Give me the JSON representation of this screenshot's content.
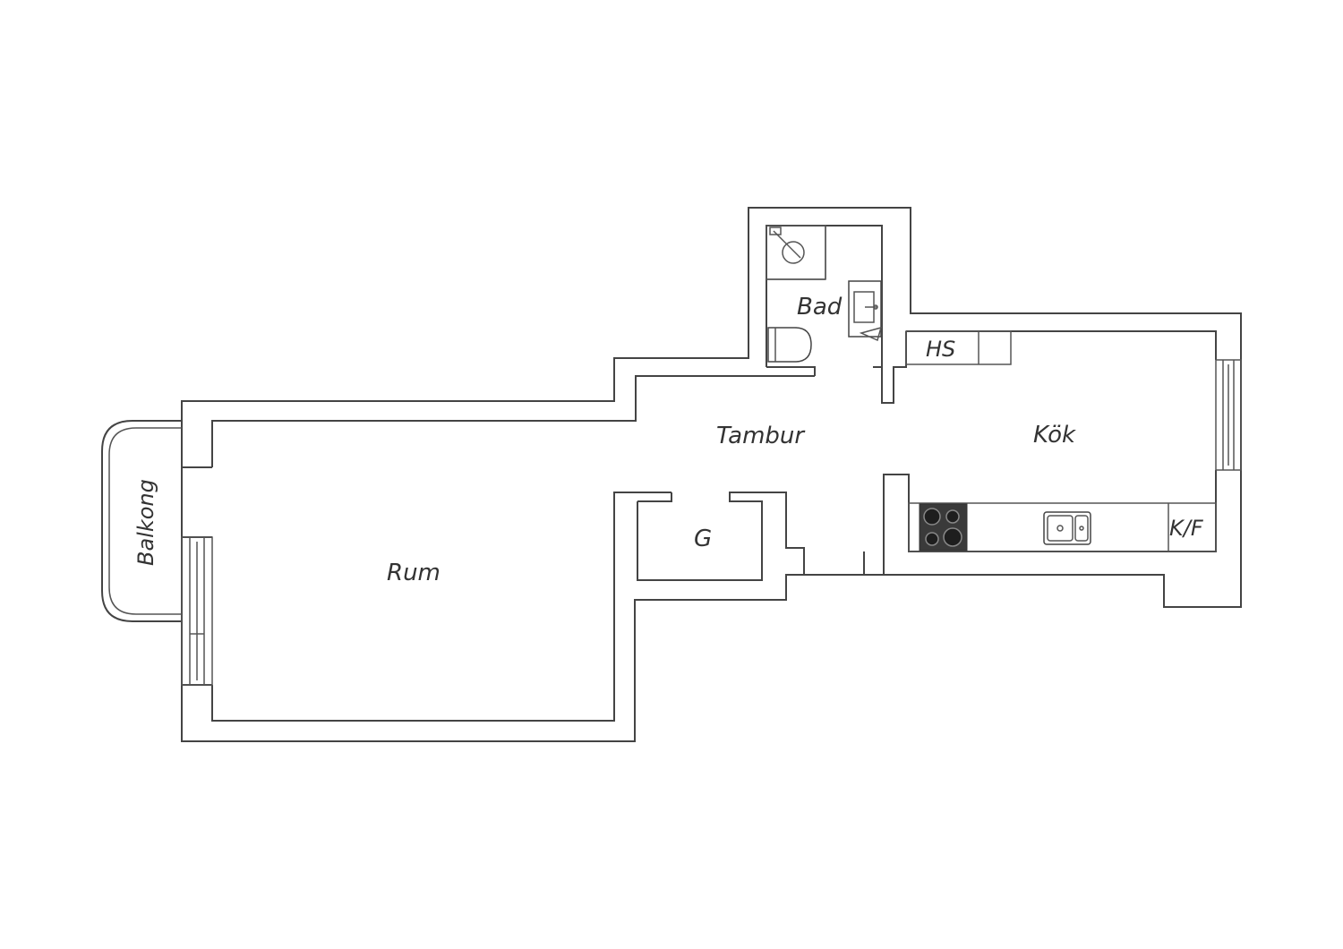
{
  "rooms": {
    "bad": "Bad",
    "hs": "HS",
    "tambur": "Tambur",
    "kok": "Kök",
    "balkong": "Balkong",
    "rum": "Rum",
    "garderob": "G",
    "kf": "K/F"
  },
  "colors": {
    "wall": "#444444",
    "background": "#ffffff",
    "stove": "#3a3a3a"
  }
}
